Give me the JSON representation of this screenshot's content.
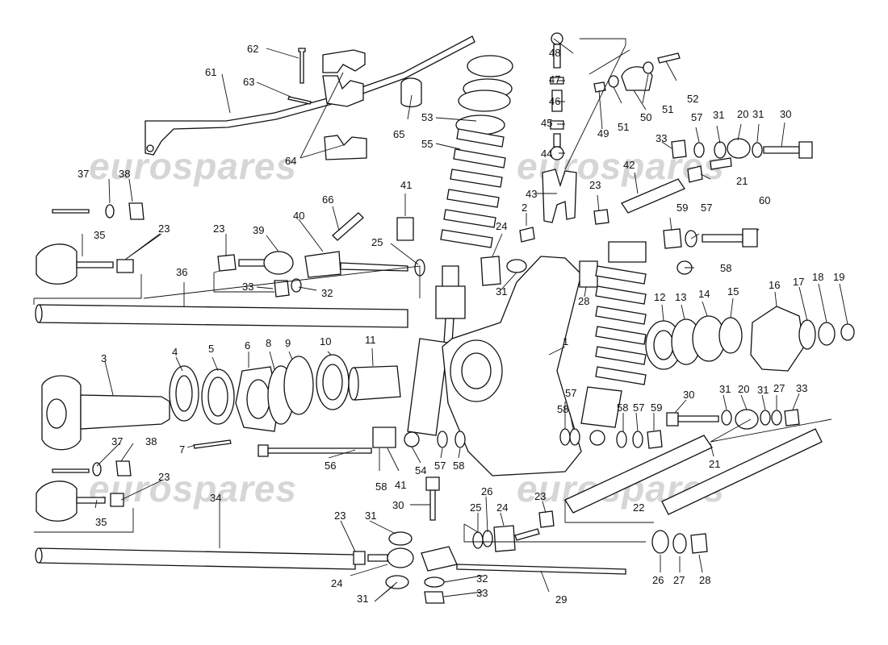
{
  "watermarks": [
    "eurospares",
    "eurospares",
    "eurospares",
    "eurospares"
  ],
  "labels": [
    "62",
    "61",
    "63",
    "64",
    "65",
    "53",
    "55",
    "48",
    "47",
    "46",
    "45",
    "44",
    "43",
    "49",
    "51",
    "50",
    "51",
    "52",
    "57",
    "31",
    "20",
    "31",
    "30",
    "33",
    "21",
    "42",
    "23",
    "60",
    "59",
    "57",
    "58",
    "41",
    "2",
    "24",
    "25",
    "31",
    "28",
    "37",
    "38",
    "35",
    "23",
    "36",
    "23",
    "39",
    "40",
    "66",
    "33",
    "32",
    "3",
    "4",
    "5",
    "6",
    "8",
    "9",
    "10",
    "11",
    "1",
    "12",
    "13",
    "14",
    "15",
    "16",
    "17",
    "18",
    "19",
    "37",
    "38",
    "7",
    "56",
    "58",
    "41",
    "54",
    "57",
    "58",
    "57",
    "58",
    "58",
    "57",
    "59",
    "30",
    "31",
    "20",
    "31",
    "27",
    "33",
    "21",
    "22",
    "35",
    "23",
    "34",
    "30",
    "26",
    "25",
    "24",
    "23",
    "23",
    "31",
    "24",
    "31",
    "32",
    "33",
    "29",
    "26",
    "27",
    "28"
  ]
}
